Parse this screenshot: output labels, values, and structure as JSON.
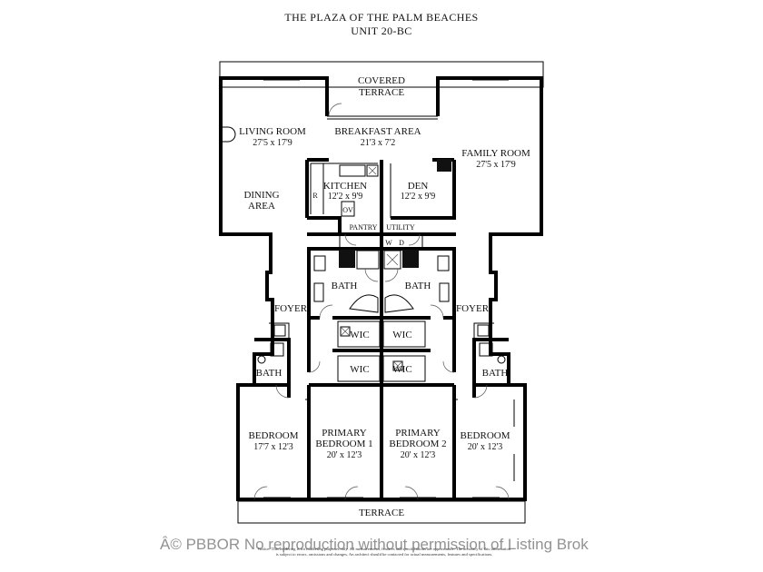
{
  "header": {
    "title": "THE PLAZA OF THE PALM BEACHES",
    "subtitle": "UNIT 20-BC"
  },
  "rooms": {
    "covered_terrace": {
      "line1": "COVERED",
      "line2": "TERRACE"
    },
    "living_room": {
      "name": "LIVING ROOM",
      "dim": "27'5 x 17'9"
    },
    "breakfast_area": {
      "name": "BREAKFAST AREA",
      "dim": "21'3 x 7'2"
    },
    "family_room": {
      "name": "FAMILY  ROOM",
      "dim": "27'5 x 17'9"
    },
    "kitchen": {
      "name": "KITCHEN",
      "dim": "12'2 x 9'9",
      "fridge": "R",
      "oven": "OV"
    },
    "den": {
      "name": "DEN",
      "dim": "12'2 x 9'9"
    },
    "dining_area": {
      "line1": "DINING",
      "line2": "AREA"
    },
    "pantry": "PANTRY",
    "utility": {
      "name": "UTILITY",
      "washer": "W",
      "dryer": "D"
    },
    "bath_left_center": "BATH",
    "bath_right_center": "BATH",
    "foyer_left": "FOYER",
    "foyer_right": "FOYER",
    "wic_1": "WIC",
    "wic_2": "WIC",
    "wic_3": "WIC",
    "wic_4": "WIC",
    "bath_left": "BATH",
    "bath_right": "BATH",
    "bedroom_left": {
      "name": "BEDROOM",
      "dim": "17'7 x 12'3"
    },
    "primary_bedroom_1": {
      "line1": "PRIMARY",
      "line2": "BEDROOM 1",
      "dim": "20' x 12'3"
    },
    "primary_bedroom_2": {
      "line1": "PRIMARY",
      "line2": "BEDROOM 2",
      "dim": "20' x 12'3"
    },
    "bedroom_right": {
      "name": "BEDROOM",
      "dim": "20' x 12'3"
    },
    "terrace": "TERRACE"
  },
  "footer": {
    "notice_line1": "Notice: This rendering is for marketing purposes only. All measurements, features and specifications are approximate. The accuracy of this information",
    "notice_line2": "is subject to errors, omissions and changes. An architect should be contacted for actual measurements, features and specifications.",
    "watermark": "Â© PBBOR No reproduction without permission of Listing Brok"
  }
}
